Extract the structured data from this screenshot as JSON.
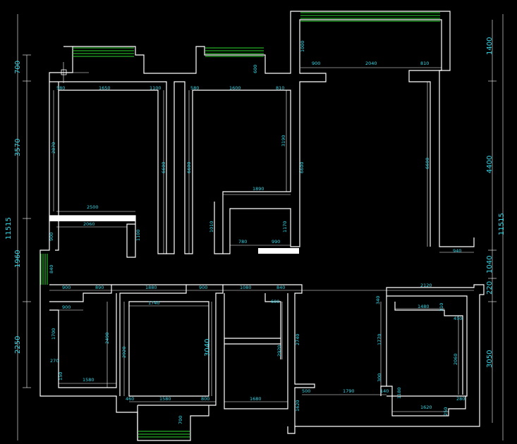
{
  "plan": {
    "dim_labels": {
      "d1": "700",
      "d2": "3570",
      "d3": "1960",
      "d4": "2250",
      "d5": "11515",
      "d6": "1400",
      "d7": "4400",
      "d8": "1040",
      "d9": "220",
      "d10": "3050",
      "d11": "11515",
      "r1a": "580",
      "r1b": "1650",
      "r1c": "1100",
      "r1d": "2870",
      "r1e": "6600",
      "r1f": "2500",
      "r1g": "2060",
      "r1h": "900",
      "r1i": "1100",
      "r2a": "580",
      "r2b": "1600",
      "r2c": "810",
      "r2d": "6600",
      "r2e": "3190",
      "r2f": "1890",
      "r2g": "1010",
      "r2h": "780",
      "r2i": "990",
      "r2j": "1170",
      "r2k": "600",
      "r3a": "900",
      "r3b": "2040",
      "r3c": "810",
      "r3d": "1000",
      "r3e": "6600",
      "r3f": "6600",
      "r3g": "940",
      "b1": "900",
      "b2": "890",
      "b3": "1880",
      "b4": "900",
      "b5": "1080",
      "b6": "840",
      "b7": "2120",
      "b8": "900",
      "b9": "1700",
      "b10": "270",
      "b11": "150",
      "b12": "1580",
      "b13": "2490",
      "b14": "840",
      "b15": "1740",
      "b16": "2920",
      "b17": "3040",
      "b18": "460",
      "b19": "1580",
      "b20": "800",
      "b21": "700",
      "b22": "600",
      "b23": "2920",
      "b24": "1680",
      "b25": "2740",
      "b26": "1620",
      "b27": "500",
      "b28": "1790",
      "b29": "140",
      "b30": "1180",
      "b31": "340",
      "b32": "1480",
      "b33": "310",
      "b34": "450",
      "b35": "1770",
      "b36": "300",
      "b37": "2060",
      "b38": "1620",
      "b39": "250",
      "b40": "280"
    }
  }
}
